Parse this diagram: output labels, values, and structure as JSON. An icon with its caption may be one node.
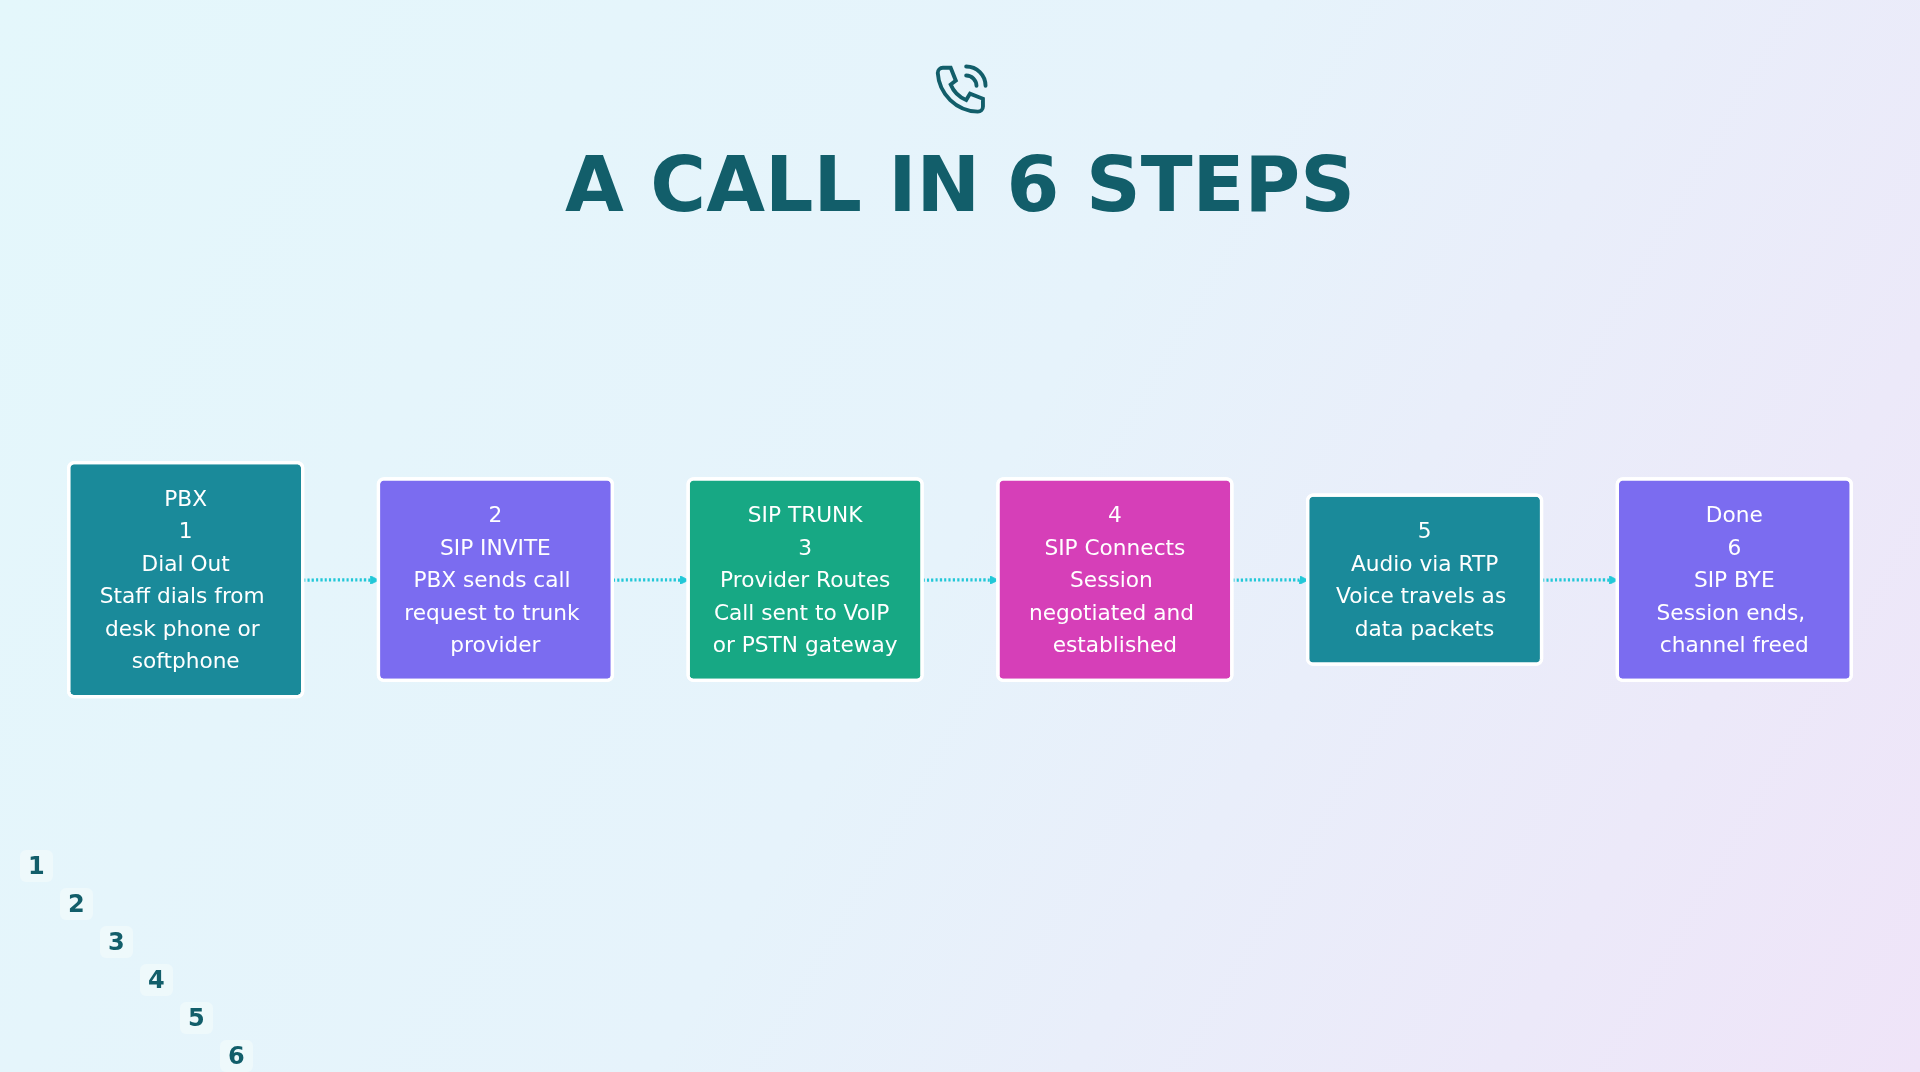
{
  "diagram": {
    "title": "A CALL IN 6 STEPS",
    "nodes": [
      {
        "text": [
          "PBX",
          "1",
          "Dial Out",
          "Staff dials from desk phone or softphone"
        ]
      },
      {
        "text": [
          "2",
          "SIP INVITE",
          "PBX sends call request to trunk provider"
        ]
      },
      {
        "text": [
          "SIP TRUNK",
          "3",
          "Provider Routes",
          "Call sent to VoIP or PSTN gateway"
        ]
      },
      {
        "text": [
          "4",
          "SIP Connects",
          "Session negotiated and established"
        ]
      },
      {
        "text": [
          "5",
          "Audio via RTP",
          "Voice travels as data packets"
        ]
      },
      {
        "text": [
          "Done",
          "6",
          "SIP BYE",
          "Session ends, channel freed"
        ]
      }
    ],
    "edges": [
      {
        "from": 0,
        "to": 1,
        "arrow": "to",
        "style": "dashed"
      },
      {
        "from": 1,
        "to": 2,
        "arrow": "to",
        "style": "dashed"
      },
      {
        "from": 2,
        "to": 3,
        "arrow": "to",
        "style": "dashed"
      },
      {
        "from": 3,
        "to": 4,
        "arrow": "to",
        "style": "dashed"
      },
      {
        "from": 4,
        "to": 5,
        "arrow": "to",
        "style": "dashed"
      }
    ],
    "labels": [
      "1",
      "2",
      "3",
      "4",
      "5",
      "6"
    ]
  }
}
